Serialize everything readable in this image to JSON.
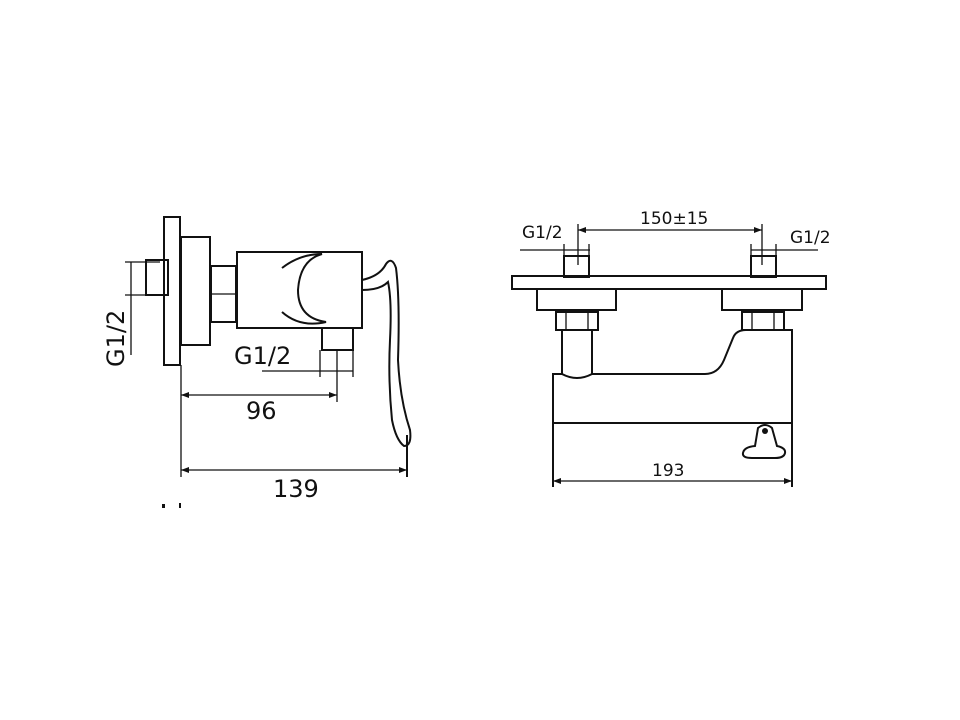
{
  "side_view": {
    "inlet_thread_label": "G1/2",
    "outlet_thread_label": "G1/2",
    "outlet_distance_label": "96",
    "overall_depth_label": "139"
  },
  "front_view": {
    "left_inlet_label": "G1/2",
    "right_inlet_label": "G1/2",
    "inlet_spacing_label": "150±15",
    "overall_width_label": "193"
  }
}
